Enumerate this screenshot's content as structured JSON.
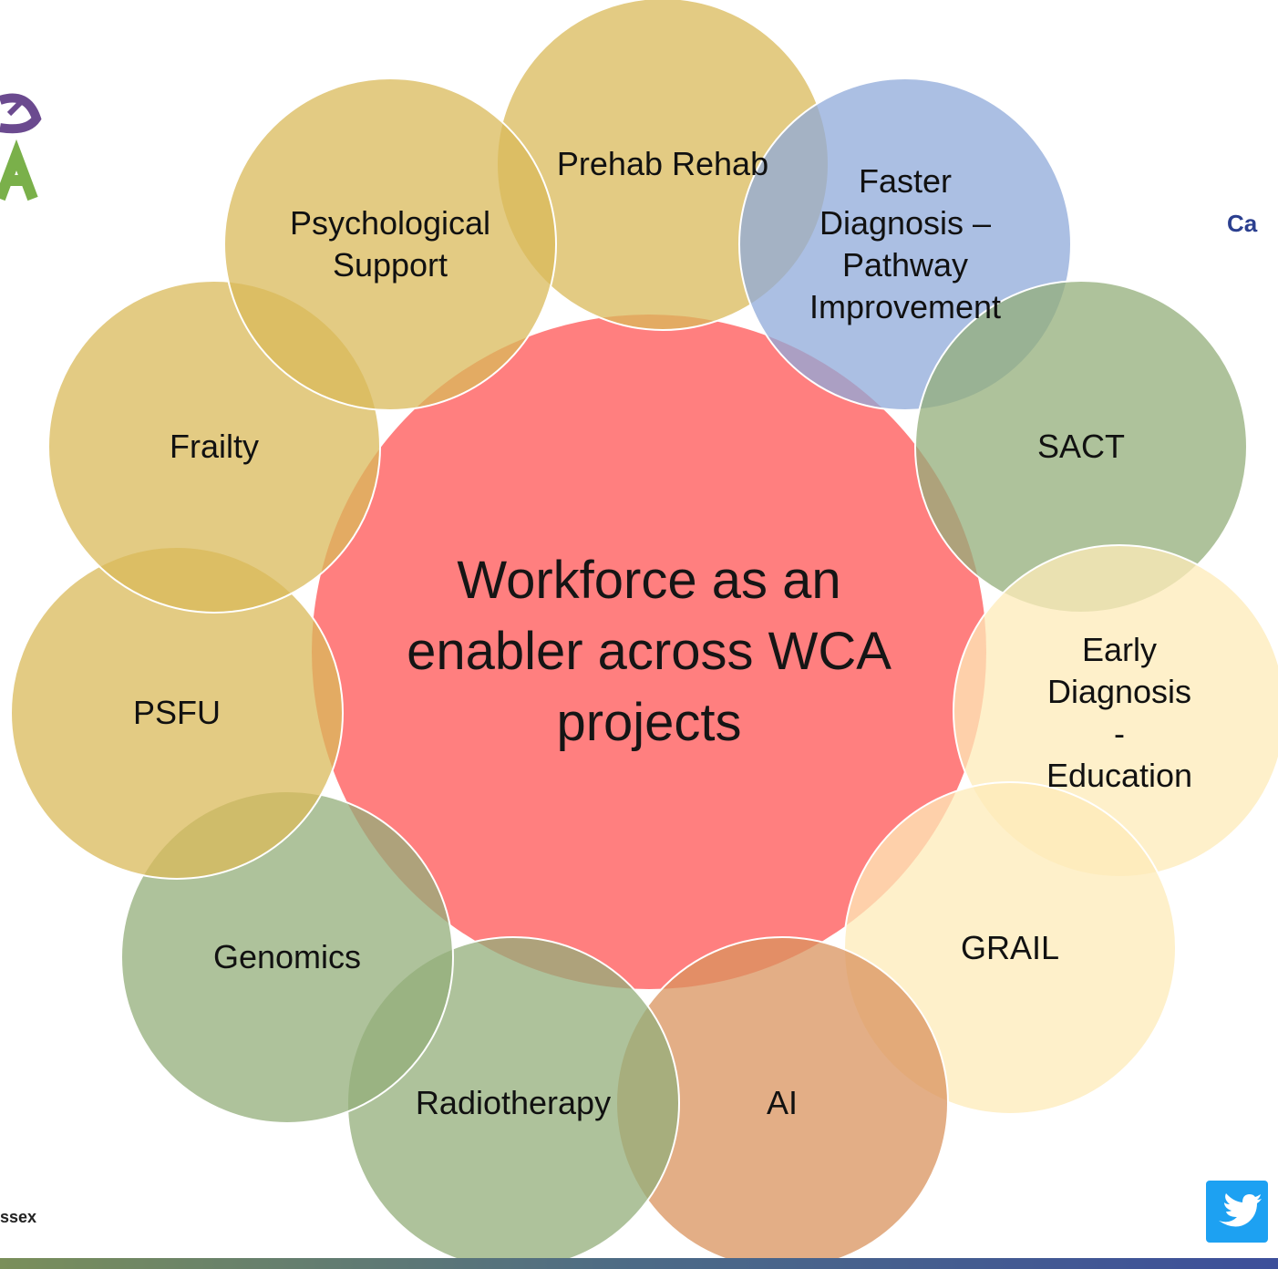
{
  "diagram": {
    "center": {
      "label": "Workforce as an enabler across WCA projects",
      "color": "#ff7f7f"
    },
    "nodes": [
      {
        "id": "prehab-rehab",
        "label": "Prehab Rehab",
        "color": "#d9b95a"
      },
      {
        "id": "faster-diagnosis",
        "label": "Faster\nDiagnosis –\nPathway\nImprovement",
        "color": "#8fa9d9"
      },
      {
        "id": "sact",
        "label": "SACT",
        "color": "#93ae7a"
      },
      {
        "id": "early-diagnosis",
        "label": "Early\nDiagnosis -\nEducation",
        "color": "#fdebb8"
      },
      {
        "id": "grail",
        "label": "GRAIL",
        "color": "#fdebb8"
      },
      {
        "id": "ai",
        "label": "AI",
        "color": "#d9935d"
      },
      {
        "id": "radiotherapy",
        "label": "Radiotherapy",
        "color": "#93ae7a"
      },
      {
        "id": "genomics",
        "label": "Genomics",
        "color": "#93ae7a"
      },
      {
        "id": "psfu",
        "label": "PSFU",
        "color": "#d9b95a"
      },
      {
        "id": "frailty",
        "label": "Frailty",
        "color": "#d9b95a"
      },
      {
        "id": "psychological-support",
        "label": "Psychological\nSupport",
        "color": "#d9b95a"
      }
    ]
  },
  "side_texts": {
    "right": "Ca",
    "bottom": "ssex"
  },
  "logo": {
    "letter": "A",
    "icon": "logo-icon"
  },
  "social": {
    "icon": "twitter-icon",
    "color": "#1da1f2"
  }
}
